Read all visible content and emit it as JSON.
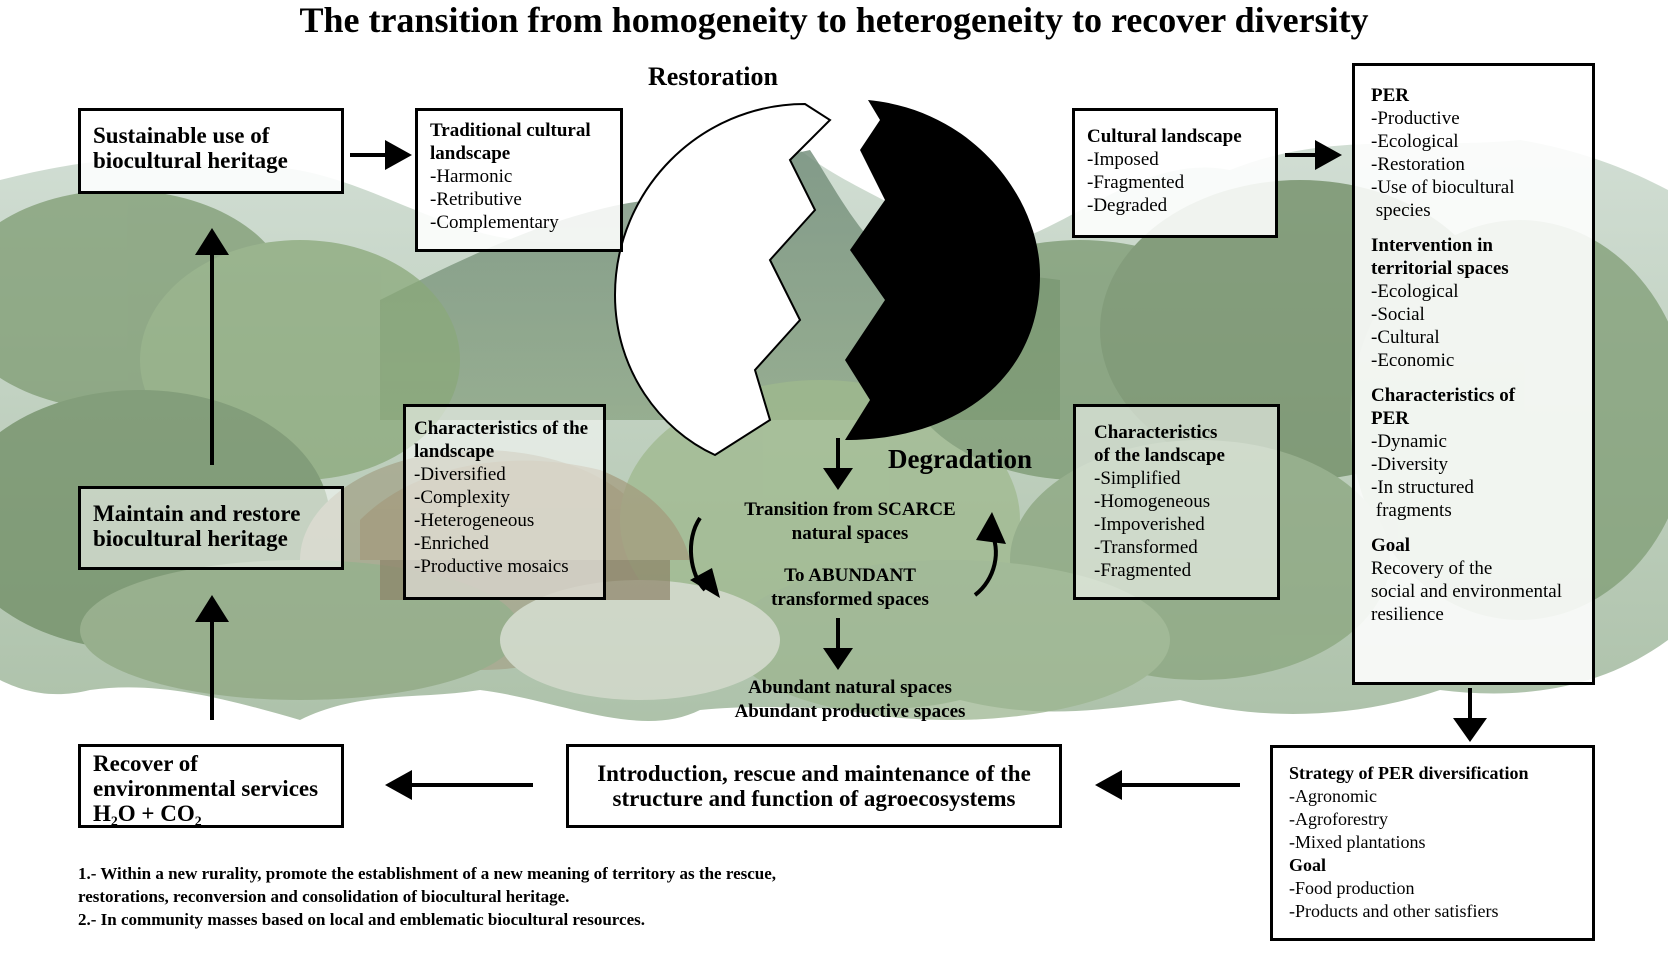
{
  "title": "The transition from homogeneity to heterogeneity to recover diversity",
  "labels": {
    "restoration": "Restoration",
    "degradation": "Degradation",
    "transition_scarce_1": "Transition from SCARCE",
    "transition_scarce_2": "natural spaces",
    "abundant_transformed_1": "To ABUNDANT",
    "abundant_transformed_2": "transformed spaces",
    "abundant_natural": "Abundant natural spaces",
    "abundant_productive": "Abundant productive spaces"
  },
  "boxes": {
    "sustainable_use": {
      "line1": "Sustainable use of",
      "line2": "biocultural heritage"
    },
    "traditional": {
      "heading1": "Traditional cultural",
      "heading2": "landscape",
      "items": [
        "-Harmonic",
        "-Retributive",
        "-Complementary"
      ]
    },
    "cultural": {
      "heading": "Cultural landscape",
      "items": [
        "-Imposed",
        "-Fragmented",
        "-Degraded"
      ]
    },
    "per": {
      "heading": "PER",
      "items": [
        "-Productive",
        "-Ecological",
        "-Restoration",
        "-Use of biocultural",
        " species"
      ],
      "intervention_heading1": "Intervention in",
      "intervention_heading2": "territorial spaces",
      "intervention_items": [
        "-Ecological",
        "-Social",
        "-Cultural",
        "-Economic"
      ],
      "characteristics_heading1": "Characteristics of",
      "characteristics_heading2": "PER",
      "characteristics_items": [
        "-Dynamic",
        "-Diversity",
        "-In structured",
        " fragments"
      ],
      "goal_heading": "Goal",
      "goal_items": [
        "Recovery of the",
        "social and environmental",
        "resilience"
      ]
    },
    "char_left": {
      "heading1": "Characteristics of the",
      "heading2": "landscape",
      "items": [
        "-Diversified",
        "-Complexity",
        "-Heterogeneous",
        "-Enriched",
        "-Productive mosaics"
      ]
    },
    "char_right": {
      "heading1": "Characteristics",
      "heading2": "of the landscape",
      "items": [
        "-Simplified",
        "-Homogeneous",
        "-Impoverished",
        "-Transformed",
        "-Fragmented"
      ]
    },
    "maintain": {
      "line1": "Maintain and restore",
      "line2": "biocultural heritage"
    },
    "recover": {
      "line1": "Recover of",
      "line2": "environmental services",
      "line3": "H₂O + CO₂"
    },
    "introduction": {
      "line1": "Introduction, rescue and maintenance of the",
      "line2": "structure and function of agroecosystems"
    },
    "strategy": {
      "heading": "Strategy of PER diversification",
      "items": [
        "-Agronomic",
        "-Agroforestry",
        "-Mixed plantations"
      ],
      "goal_heading": "Goal",
      "goal_items": [
        "-Food production",
        "-Products and other satisfiers"
      ]
    }
  },
  "footnotes": [
    "1.- Within a new rurality, promote the establishment of a new meaning of territory as the rescue,",
    "restorations, reconversion and consolidation of biocultural heritage.",
    "2.- In community masses based on local and emblematic biocultural resources."
  ]
}
